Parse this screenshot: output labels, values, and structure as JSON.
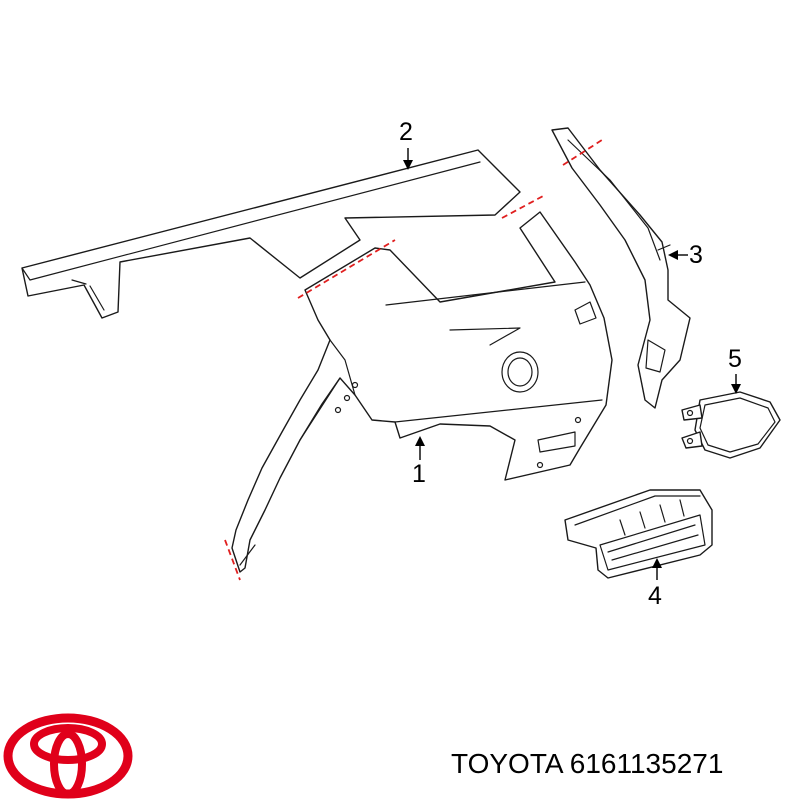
{
  "callouts": {
    "c1": "1",
    "c2": "2",
    "c3": "3",
    "c4": "4",
    "c5": "5"
  },
  "caption": "TOYOTA 6161135271",
  "colors": {
    "cut_line": "#e01f1f",
    "logo": "#e0001a",
    "line": "#1a1a1a"
  },
  "logo_icon": "toyota-emblem"
}
